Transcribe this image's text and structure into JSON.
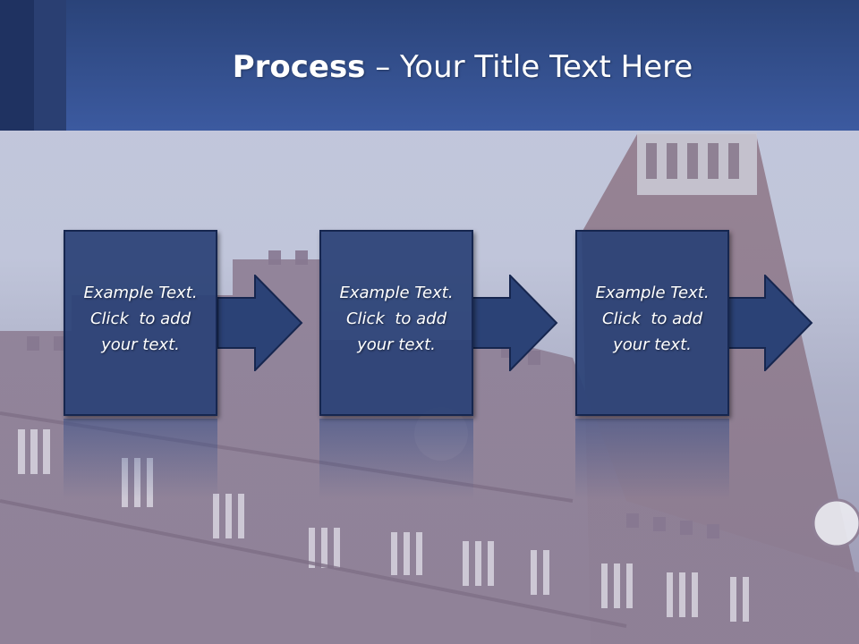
{
  "title": {
    "bold": "Process",
    "rest": " – Your Title Text Here"
  },
  "steps": [
    {
      "line1": "Example Text.",
      "line2": "Click  to add",
      "line3": "your text."
    },
    {
      "line1": "Example Text.",
      "line2": "Click  to add",
      "line3": "your text."
    },
    {
      "line1": "Example Text.",
      "line2": "Click  to add",
      "line3": "your text."
    }
  ],
  "colors": {
    "title_bar": "#34508e",
    "step_fill": "#2b4276",
    "step_border": "#16264f"
  }
}
